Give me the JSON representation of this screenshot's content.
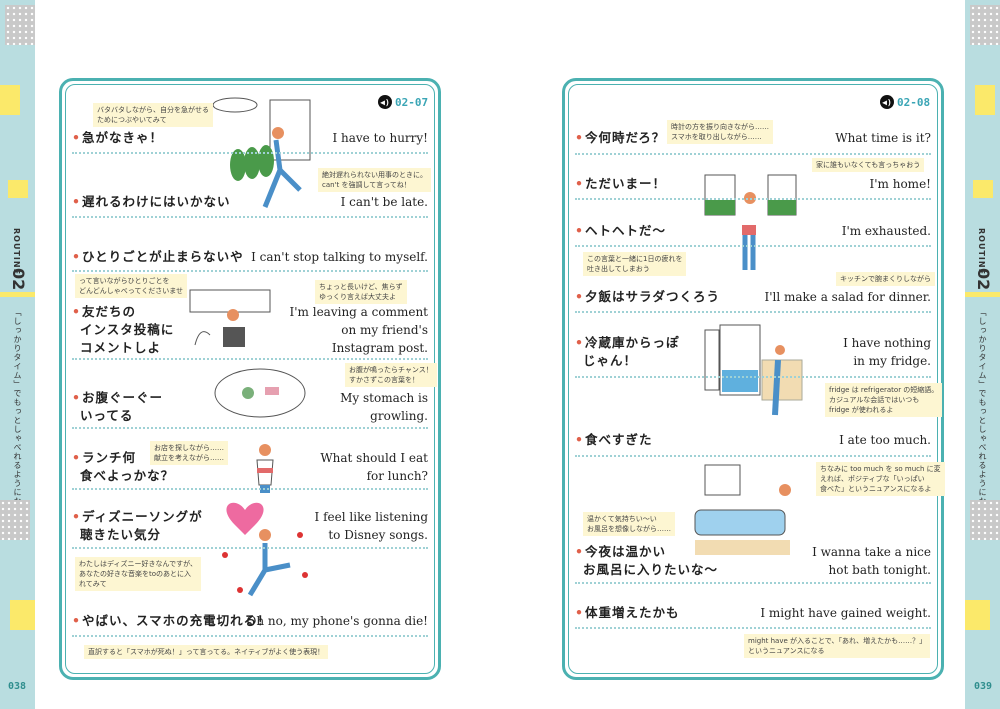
{
  "side_tab": {
    "label": "ROUTINE",
    "number": "02",
    "caption": "「しっかりタイム」でもっとしゃべれるようになる"
  },
  "pages": [
    {
      "page_number": "038",
      "audio_track": "02-07",
      "phrases": [
        {
          "jp": [
            "急がなきゃ！"
          ],
          "en": [
            "I have to hurry!"
          ]
        },
        {
          "jp": [
            "遅れるわけにはいかない"
          ],
          "en": [
            "I can't be late."
          ]
        },
        {
          "jp": [
            "ひとりごとが止まらないや"
          ],
          "en": [
            "I can't stop talking to myself."
          ]
        },
        {
          "jp": [
            "友だちの",
            "インスタ投稿に",
            "コメントしよ"
          ],
          "en": [
            "I'm leaving a comment",
            "on my friend's",
            "Instagram post."
          ]
        },
        {
          "jp": [
            "お腹ぐーぐー",
            "いってる"
          ],
          "en": [
            "My stomach is",
            "growling."
          ]
        },
        {
          "jp": [
            "ランチ何",
            "食べよっかな？"
          ],
          "en": [
            "What should I eat",
            "for lunch?"
          ]
        },
        {
          "jp": [
            "ディズニーソングが",
            "聴きたい気分"
          ],
          "en": [
            "I feel like listening",
            "to Disney songs."
          ]
        },
        {
          "jp": [
            "やばい、スマホの充電切れる！"
          ],
          "en": [
            "Oh no, my phone's gonna die!"
          ]
        }
      ],
      "notes": [
        [
          "バタバタしながら、自分を急がせる",
          "ためにつぶやいてみて"
        ],
        [
          "絶対遅れられない用事のときに。",
          "can't を強調して言ってね！"
        ],
        [
          "って言いながらひとりごとを",
          "どんどんしゃべってくださいませ"
        ],
        [
          "ちょっと長いけど、焦らず",
          "ゆっくり言えば大丈夫よ"
        ],
        [
          "お腹が鳴ったらチャンス！",
          "すかさずこの言葉を！"
        ],
        [
          "お店を探しながら……",
          "献立を考えながら……"
        ],
        [
          "わたしはディズニー好きなんですが、",
          "あなたの好きな音楽をtoのあとに入",
          "れてみて"
        ],
        [
          "直訳すると「スマホが死ぬ！」って言ってる。ネイティブがよく使う表現！"
        ]
      ]
    },
    {
      "page_number": "039",
      "audio_track": "02-08",
      "phrases": [
        {
          "jp": [
            "今何時だろ？"
          ],
          "en": [
            "What time is it?"
          ]
        },
        {
          "jp": [
            "ただいまー！"
          ],
          "en": [
            "I'm home!"
          ]
        },
        {
          "jp": [
            "ヘトヘトだ～"
          ],
          "en": [
            "I'm exhausted."
          ]
        },
        {
          "jp": [
            "夕飯はサラダつくろう"
          ],
          "en": [
            "I'll make a salad for dinner."
          ]
        },
        {
          "jp": [
            "冷蔵庫からっぽ",
            "じゃん！"
          ],
          "en": [
            "I have nothing",
            "in my fridge."
          ]
        },
        {
          "jp": [
            "食べすぎた"
          ],
          "en": [
            "I ate too much."
          ]
        },
        {
          "jp": [
            "今夜は温かい",
            "お風呂に入りたいな～"
          ],
          "en": [
            "I wanna take a nice",
            "hot bath tonight."
          ]
        },
        {
          "jp": [
            "体重増えたかも"
          ],
          "en": [
            "I might have gained weight."
          ]
        }
      ],
      "notes": [
        [
          "時計の方を振り向きながら……",
          "スマホを取り出しながら……"
        ],
        [
          "家に誰もいなくても言っちゃおう"
        ],
        [
          "この言葉と一緒に1日の疲れを",
          "吐き出してしまおう"
        ],
        [
          "キッチンで腕まくりしながら"
        ],
        [
          "fridge は refrigerator の短縮語。",
          "カジュアルな会話ではいつも",
          "fridge が使われるよ"
        ],
        [
          "ちなみに too much を so much に変",
          "えれば、ポジティブな「いっぱい",
          "食べた」というニュアンスになるよ"
        ],
        [
          "温かくて気持ちい～い",
          "お風呂を想像しながら……"
        ],
        [
          "might have が入ることで、「あれ、増えたかも……？」",
          "というニュアンスになる"
        ]
      ]
    }
  ]
}
